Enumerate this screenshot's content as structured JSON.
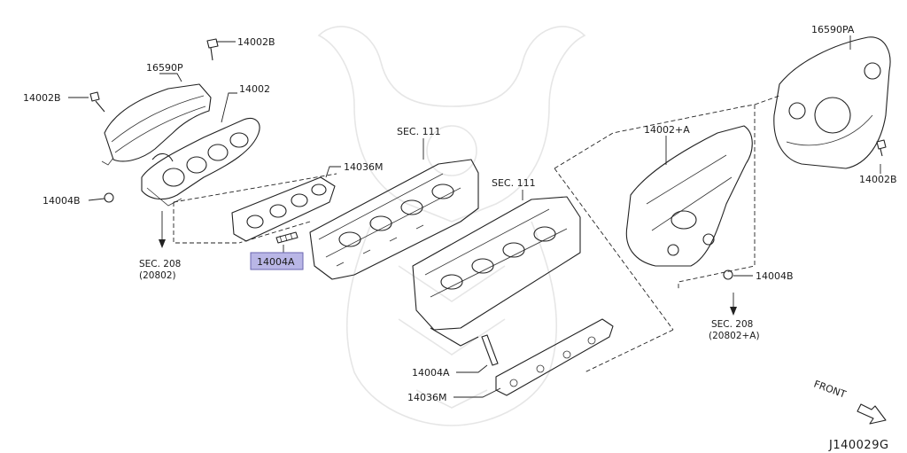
{
  "diagram": {
    "id_code": "J140029G",
    "front_label": "FRONT",
    "highlight_color": "#b9b6e6",
    "labels": {
      "p14002B_top": "14002B",
      "p16590P": "16590P",
      "p14002B_left": "14002B",
      "p14002": "14002",
      "p14004B_left": "14004B",
      "p14036M_top": "14036M",
      "sec111_left": "SEC. 111",
      "sec208_left_1": "SEC. 208",
      "sec208_left_2": "(20802)",
      "p14004A_highlight": "14004A",
      "sec111_right": "SEC. 111",
      "p14002A_plus": "14002+A",
      "p16590PA": "16590PA",
      "p14002B_right": "14002B",
      "p14004B_right": "14004B",
      "sec208_right_1": "SEC. 208",
      "sec208_right_2": "(20802+A)",
      "p14004A_bottom": "14004A",
      "p14036M_bottom": "14036M"
    }
  }
}
